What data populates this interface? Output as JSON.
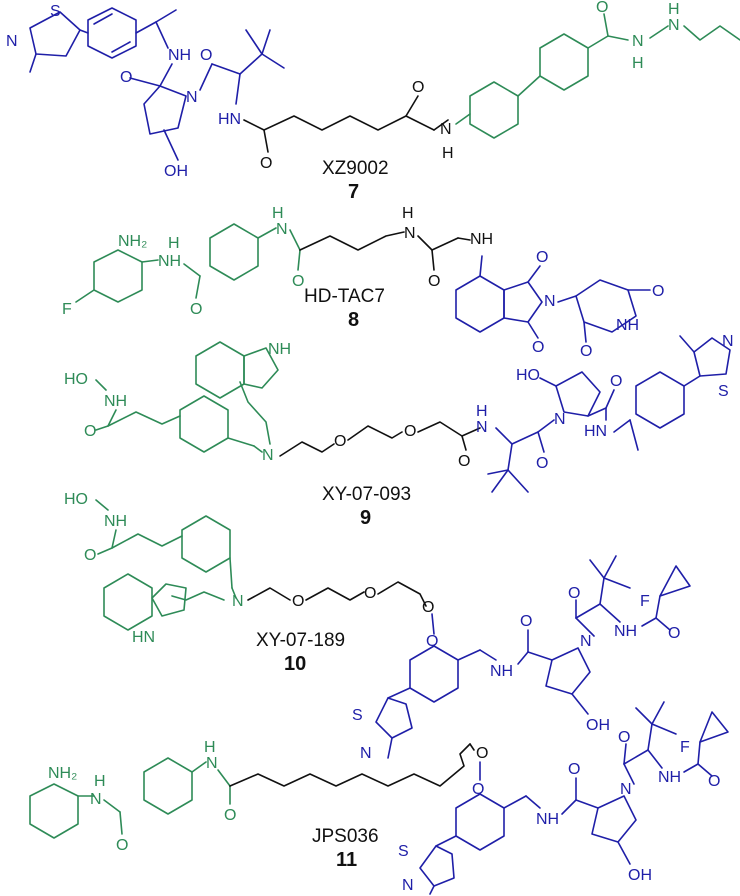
{
  "compounds": [
    {
      "name": "XZ9002",
      "number": "7"
    },
    {
      "name": "HD-TAC7",
      "number": "8"
    },
    {
      "name": "XY-07-093",
      "number": "9"
    },
    {
      "name": "XY-07-189",
      "number": "10"
    },
    {
      "name": "JPS036",
      "number": "11"
    }
  ],
  "colors": {
    "hdac_ligand": "#2e8b57",
    "linker": "#111111",
    "e3_ligand": "#1f1fa8"
  },
  "atom_labels": {
    "N": "N",
    "S": "S",
    "O": "O",
    "F": "F",
    "NH": "NH",
    "HN": "HN",
    "H": "H",
    "OH": "OH",
    "NH2": "NH₂",
    "HO": "HO"
  }
}
